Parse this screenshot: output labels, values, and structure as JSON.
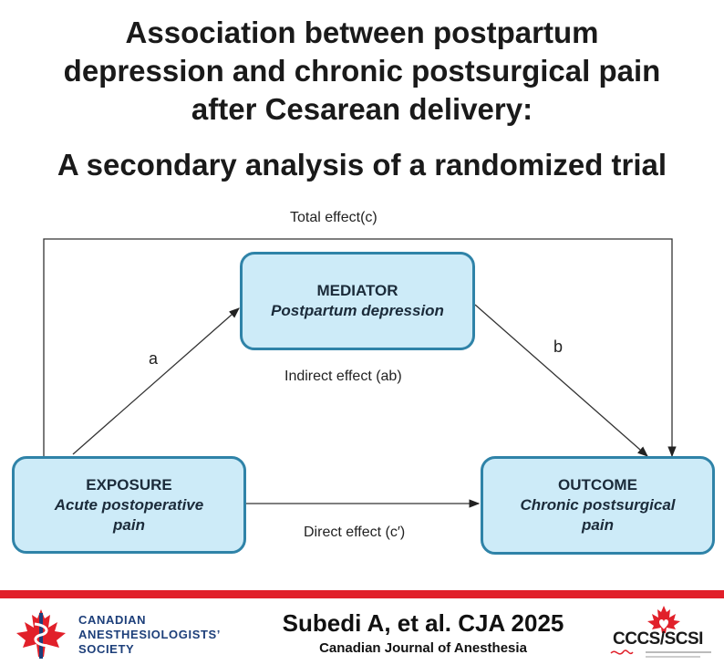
{
  "title": {
    "line1": "Association between postpartum",
    "line2": "depression and chronic postsurgical pain",
    "line3": "after Cesarean delivery:",
    "subtitle": "A secondary analysis of a randomized trial"
  },
  "diagram": {
    "nodes": {
      "mediator": {
        "role": "MEDIATOR",
        "variable": "Postpartum depression"
      },
      "exposure": {
        "role": "EXPOSURE",
        "variable_line1": "Acute postoperative",
        "variable_line2": "pain"
      },
      "outcome": {
        "role": "OUTCOME",
        "variable_line1": "Chronic postsurgical",
        "variable_line2": "pain"
      }
    },
    "edges": {
      "total": "Total effect(c)",
      "indirect": "Indirect effect (ab)",
      "direct": "Direct effect (c′)",
      "a": "a",
      "b": "b"
    }
  },
  "footer": {
    "society_logo": {
      "line1": "CANADIAN",
      "line2": "ANESTHESIOLOGISTS’",
      "line3": "SOCIETY"
    },
    "citation": "Subedi A, et al. CJA 2025",
    "journal": "Canadian Journal of Anesthesia",
    "cccs_logo": "CCCS/SCSI",
    "accent_color": "#e1202a"
  }
}
